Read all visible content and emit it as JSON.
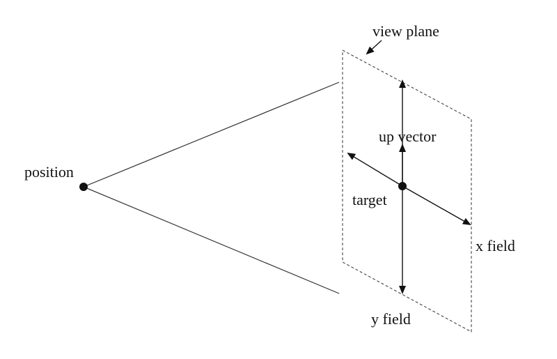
{
  "diagram": {
    "labels": {
      "view_plane": "view plane",
      "position": "position",
      "up_vector": "up vector",
      "target": "target",
      "x_field": "x field",
      "y_field": "y field"
    },
    "colors": {
      "ink": "#111111",
      "line": "#333333",
      "background": "#ffffff"
    }
  }
}
